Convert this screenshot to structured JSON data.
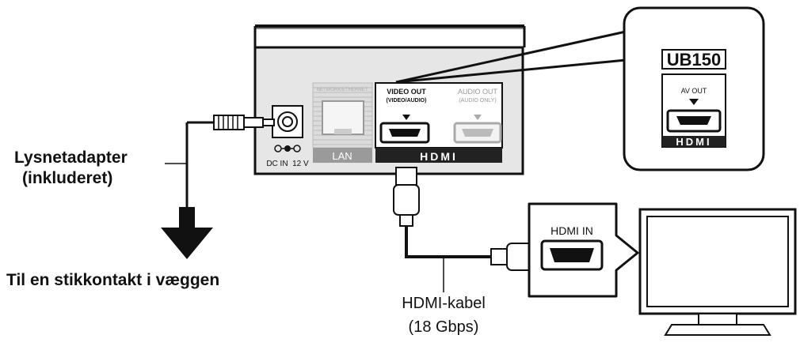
{
  "panel": {
    "lan_top_text": "NETWORK/ETHERNET",
    "video_out_line1": "VIDEO OUT",
    "video_out_line2": "(VIDEO/AUDIO)",
    "audio_out_line1": "AUDIO OUT",
    "audio_out_line2": "(AUDIO ONLY)",
    "lan_label": "LAN",
    "hdmi_logo": "HDMI",
    "dc_label": "DC IN  12 V"
  },
  "callout": {
    "model": "UB150",
    "av_out": "AV OUT",
    "hdmi_logo": "HDMI"
  },
  "tv": {
    "hdmi_in": "HDMI IN"
  },
  "labels": {
    "adapter_line1": "Lysnetadapter",
    "adapter_line2": "(inkluderet)",
    "outlet": "Til en stikkontakt i væggen",
    "cable_line1": "HDMI-kabel",
    "cable_line2": "(18 Gbps)"
  },
  "colors": {
    "panel_fill": "#e6e6e6",
    "port_bar": "#222222",
    "lan_bar": "#9a9a9a",
    "line": "#111111"
  }
}
